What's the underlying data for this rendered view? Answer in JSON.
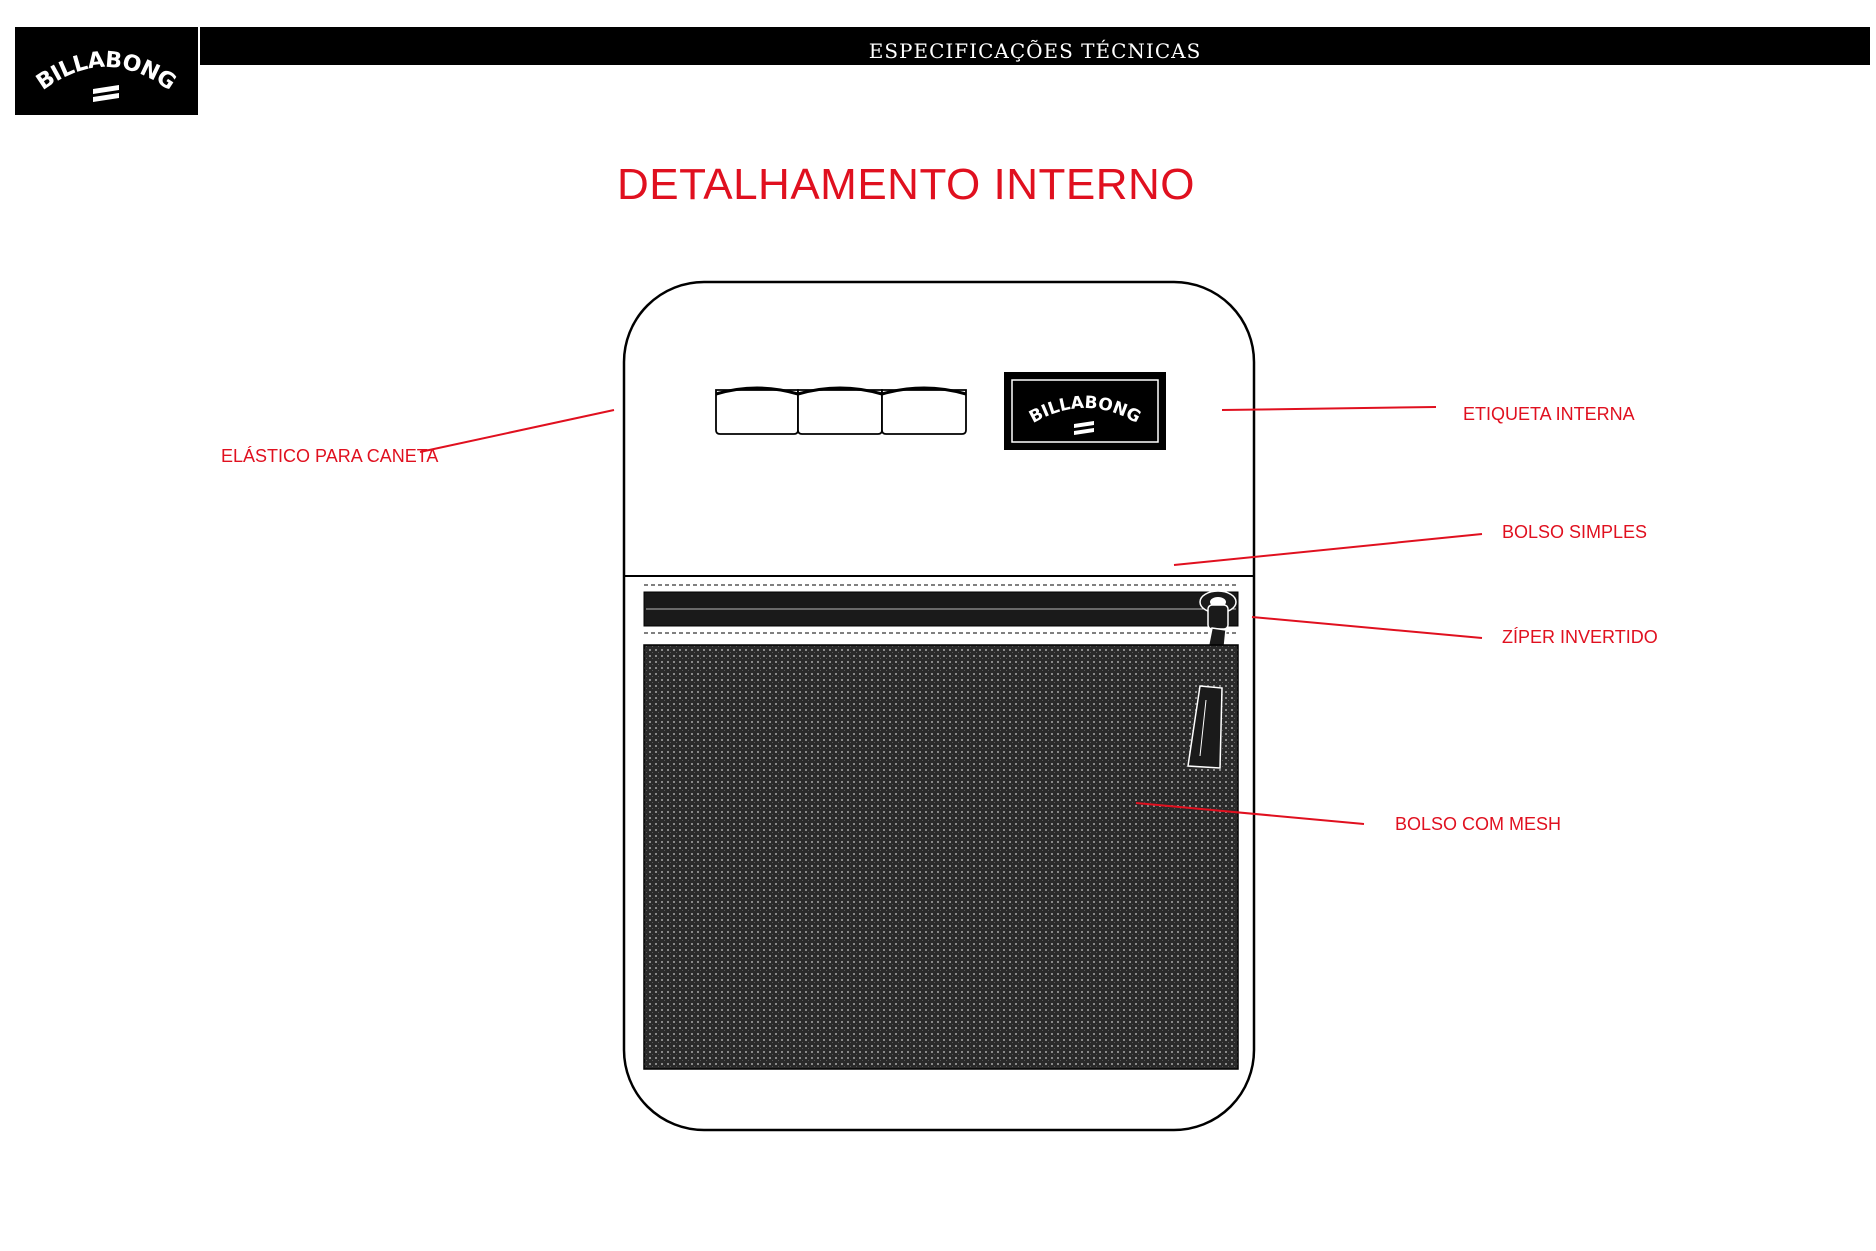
{
  "header": {
    "brand": "BILLABONG",
    "title": "ESPECIFICAÇÕES TÉCNICAS"
  },
  "page_title": "DETALHAMENTO INTERNO",
  "callouts": [
    {
      "id": "elastic",
      "label": "ELÁSTICO PARA CANETA"
    },
    {
      "id": "label",
      "label": "ETIQUETA INTERNA"
    },
    {
      "id": "simple-pocket",
      "label": "BOLSO SIMPLES"
    },
    {
      "id": "zipper",
      "label": "ZÍPER INVERTIDO"
    },
    {
      "id": "mesh-pocket",
      "label": "BOLSO COM MESH"
    }
  ],
  "colors": {
    "accent": "#e0101f",
    "ink": "#000000"
  }
}
